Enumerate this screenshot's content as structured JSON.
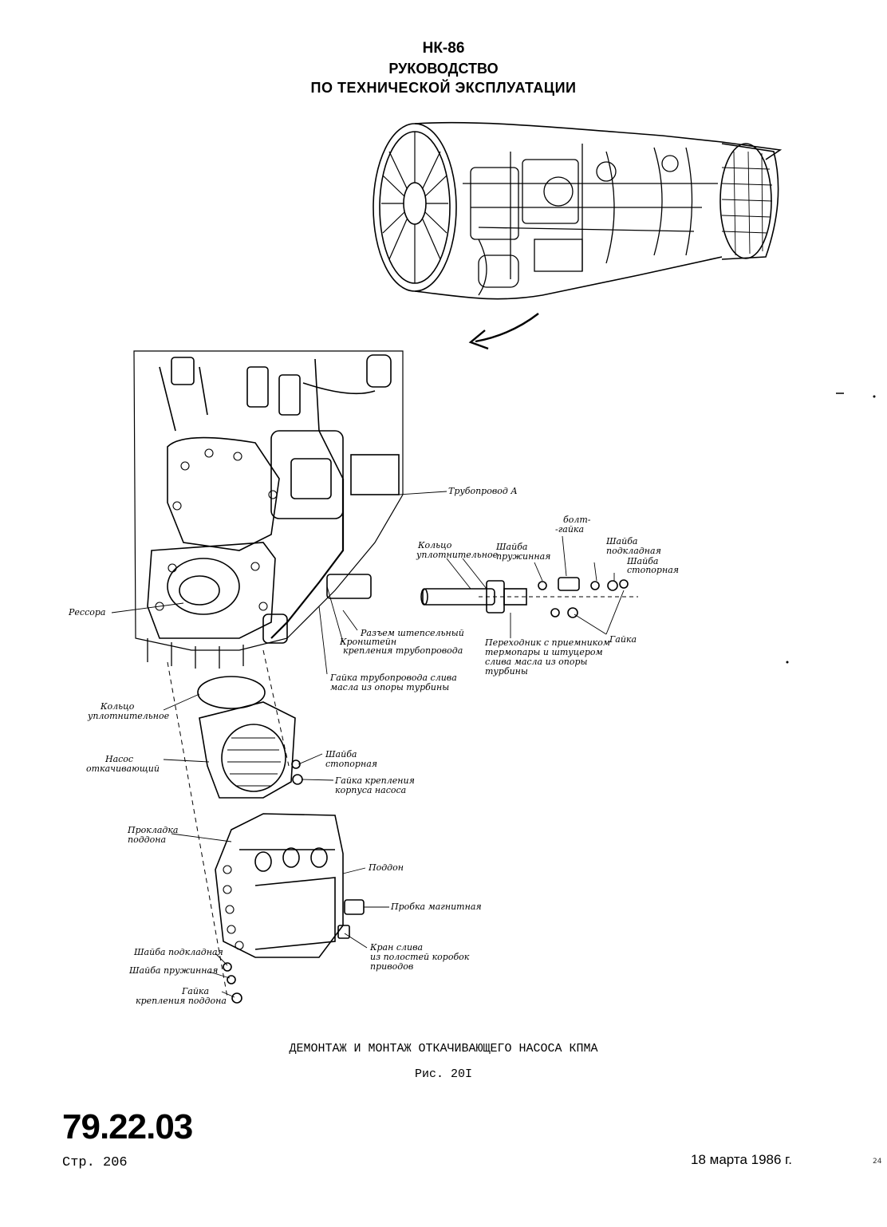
{
  "header": {
    "model": "НК-86",
    "line1": "РУКОВОДСТВО",
    "line2": "ПО ТЕХНИЧЕСКОЙ ЭКСПЛУАТАЦИИ"
  },
  "labels": {
    "truboprovod_a": "Трубопровод А",
    "bolt_gaika_1": "болт-",
    "bolt_gaika_2": "-гайка",
    "koltso_upl_top_1": "Кольцо",
    "koltso_upl_top_2": "уплотнительное",
    "shaiba_pruzh_top_1": "Шайба",
    "shaiba_pruzh_top_2": "пружинная",
    "shaiba_podkl_top_1": "Шайба",
    "shaiba_podkl_top_2": "подкладная",
    "shaiba_stop_top_1": "Шайба",
    "shaiba_stop_top_2": "стопорная",
    "ressora": "Рессора",
    "razem": "Разъем штепсельный",
    "kronshtein_1": "Кронштейн",
    "kronshtein_2": "крепления трубопровода",
    "gaika_trub_1": "Гайка трубопровода слива",
    "gaika_trub_2": "масла из опоры турбины",
    "perekhodnik_1": "Переходник с приемником",
    "perekhodnik_2": "термопары и штуцером",
    "perekhodnik_3": "слива масла из опоры",
    "perekhodnik_4": "турбины",
    "gaika_right": "Гайка",
    "koltso_upl_left_1": "Кольцо",
    "koltso_upl_left_2": "уплотнительное",
    "nasos_1": "Насос",
    "nasos_2": "откачивающий",
    "shaiba_stop_mid_1": "Шайба",
    "shaiba_stop_mid_2": "стопорная",
    "gaika_korpusa_1": "Гайка крепления",
    "gaika_korpusa_2": "корпуса насоса",
    "prokladka_1": "Прокладка",
    "prokladka_2": "поддона",
    "poddon": "Поддон",
    "probka": "Пробка магнитная",
    "kran_1": "Кран слива",
    "kran_2": "из полостей коробок",
    "kran_3": "приводов",
    "shaiba_podkl_bot": "Шайба подкладная",
    "shaiba_pruzh_bot": "Шайба пружинная",
    "gaika_poddona_1": "Гайка",
    "gaika_poddona_2": "крепления поддона"
  },
  "caption": {
    "title": "ДЕМОНТАЖ И МОНТАЖ ОТКАЧИВАЮЩЕГО НАСОСА КПМА",
    "figure": "Рис. 20I"
  },
  "footer": {
    "doc_number": "79.22.03",
    "page": "Стр. 206",
    "date": "18 марта 1986 г.",
    "corner_mark": "24"
  }
}
